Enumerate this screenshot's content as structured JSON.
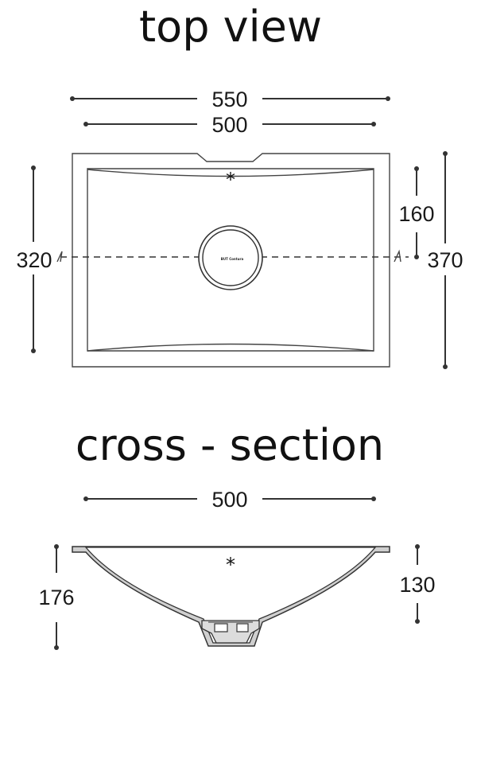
{
  "views": {
    "top_title": "top view",
    "cross_title": "cross - section"
  },
  "top_view": {
    "overall_width": "550",
    "basin_width": "500",
    "inner_depth": "160",
    "basin_depth": "320",
    "overall_depth": "370",
    "marker": "*",
    "drain_mark": "BUT Contura"
  },
  "cross_section": {
    "width": "500",
    "total_height": "176",
    "bowl_height": "130",
    "marker": "*"
  },
  "colors": {
    "line": "#333333",
    "section_fill": "#cfcfcf"
  }
}
